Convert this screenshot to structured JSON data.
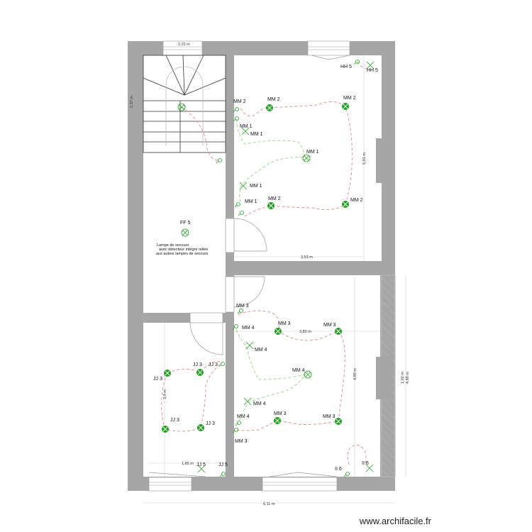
{
  "colors": {
    "wall": "#a6a6a6",
    "lamp": "#1aa31a",
    "red_wire": "#e8908e",
    "green_wire": "#9ad98a"
  },
  "dimensions": {
    "top": "2,01 m",
    "left": "2,37 m",
    "room_right": "5,01 m",
    "room_width": "3,53 m",
    "bottom_room_width": "3,83 m",
    "bottom_room_height": "4,89 m",
    "niche": "1,02 m",
    "right_total": "4,88 m",
    "small_room_height": "3,9 m",
    "small_room_width": "1,85 m",
    "total": "6,11 m"
  },
  "labels": [
    "HH 5",
    "HH 5",
    "MM 2",
    "MM 2",
    "MM 2",
    "MM 1",
    "MM 1",
    "MM 1",
    "MM 1",
    "MM 1",
    "MM 2",
    "MM 2",
    "FF 5",
    "MM 3",
    "MM 4",
    "MM 3",
    "MM 3",
    "MM 4",
    "MM 4",
    "MM 4",
    "MM 4",
    "MM 3",
    "MM 3",
    "MM 3",
    "JJ 3",
    "JJ 3",
    "JJ 3",
    "JJ 3",
    "JJ 3",
    "JJ 5",
    "JJ 5",
    "II 6",
    "II 6"
  ],
  "note": [
    "Lampe de secours",
    "avec détecteur intégré reliée",
    "aux autres lampes de secours"
  ],
  "watermark": "www.archifacile.fr"
}
